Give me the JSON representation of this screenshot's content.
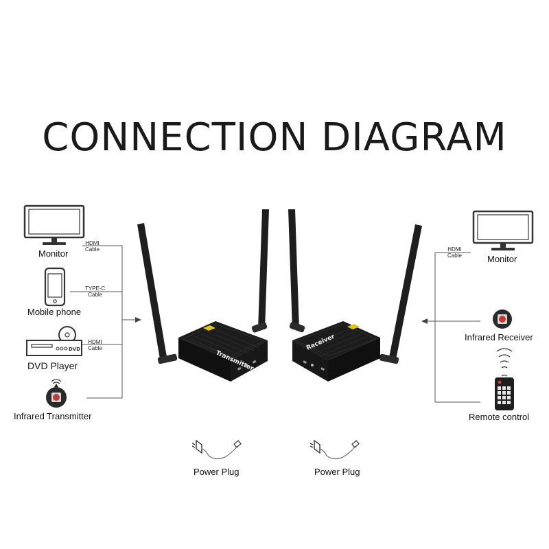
{
  "title": "CONNECTION DIAGRAM",
  "left": {
    "monitor": "Monitor",
    "mobile_phone": "Mobile phone",
    "dvd_player": "DVD Player",
    "dvd_badge": "DVD",
    "infrared_transmitter": "Infrared Transmitter",
    "cable_hdmi_1": [
      "HDMI",
      "Cable"
    ],
    "cable_typec": [
      "TYPE-C",
      "Cable"
    ],
    "cable_hdmi_2": [
      "HDMI",
      "Cable"
    ]
  },
  "right": {
    "monitor": "Monitor",
    "infrared_receiver": "Infrared Receiver",
    "remote_control": "Remote control",
    "cable_hdmi": [
      "HDMI",
      "Cable"
    ]
  },
  "transmitter": {
    "label": "Transmitter"
  },
  "receiver": {
    "label": "Receiver"
  },
  "power_plug_left": "Power Plug",
  "power_plug_right": "Power Plug"
}
